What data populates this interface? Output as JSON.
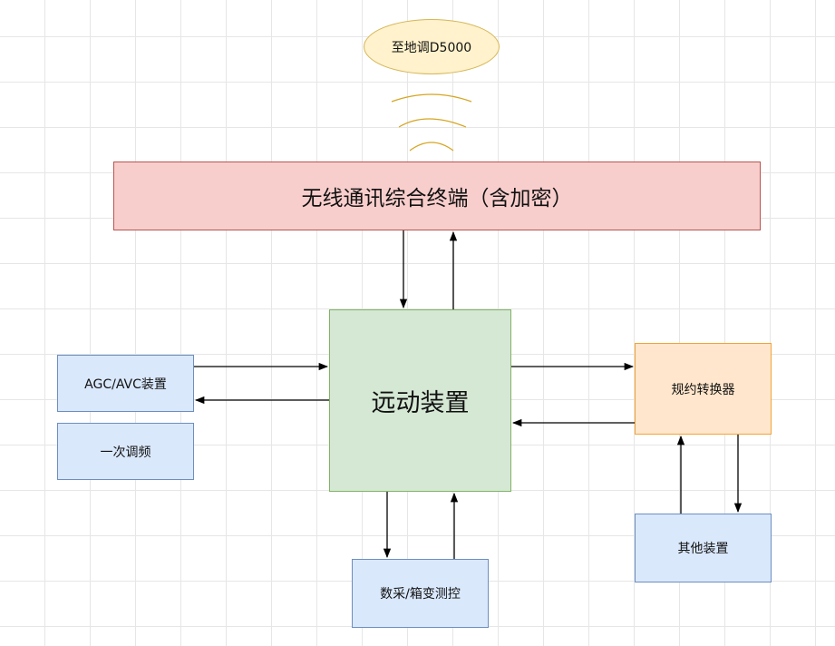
{
  "nodes": {
    "d5000": "至地调D5000",
    "terminal": "无线通讯综合终端（含加密）",
    "rtu": "远动装置",
    "agc": "AGC/AVC装置",
    "primary_freq": "一次调频",
    "daq": "数采/箱变测控",
    "converter": "规约转换器",
    "other": "其他装置"
  },
  "colors": {
    "terminal_fill": "#f8cecc",
    "rtu_fill": "#d5e8d4",
    "device_fill": "#dae8fc",
    "converter_fill": "#ffe6cc",
    "converter_stroke": "#f2a33a",
    "ellipse_fill": "#fff2cc",
    "signal_waves": "#d6a520"
  },
  "icons": [
    "wireless-signal-icon"
  ]
}
